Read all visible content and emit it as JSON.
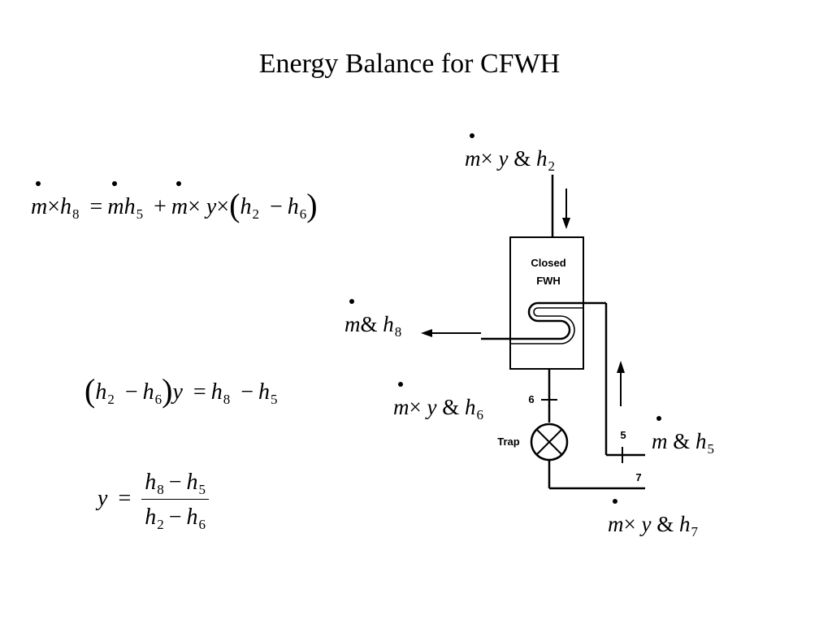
{
  "title": "Energy Balance for CFWH",
  "equations": {
    "energy_balance": {
      "m": "m",
      "times": "×",
      "h": "h",
      "y": "y",
      "eq": "=",
      "plus": "+",
      "minus": "−",
      "lparen": "(",
      "rparen": ")",
      "sub8": "8",
      "sub5": "5",
      "sub2": "2",
      "sub6": "6"
    },
    "rearranged": {
      "lparen": "(",
      "h": "h",
      "sub2": "2",
      "minus": "−",
      "sub6": "6",
      "rparen": ")",
      "y": "y",
      "eq": "=",
      "sub8": "8",
      "sub5": "5"
    },
    "solution": {
      "y": "y",
      "eq": "=",
      "h": "h",
      "minus": "−",
      "sub8": "8",
      "sub5": "5",
      "sub2": "2",
      "sub6": "6"
    }
  },
  "diagram": {
    "heater_label_line1": "Closed",
    "heater_label_line2": "FWH",
    "trap_label": "Trap",
    "state_6": "6",
    "state_5": "5",
    "state_7": "7",
    "stream_top": {
      "m": "m",
      "times": "×",
      "y": "y",
      "amp": "&",
      "h": "h",
      "sub": "2"
    },
    "stream_left": {
      "m": "m",
      "amp": "&",
      "h": "h",
      "sub": "8"
    },
    "stream_trap": {
      "m": "m",
      "times": "×",
      "y": "y",
      "amp": "&",
      "h": "h",
      "sub": "6"
    },
    "stream_right": {
      "m": "m",
      "amp": "&",
      "h": "h",
      "sub": "5"
    },
    "stream_bottom": {
      "m": "m",
      "times": "×",
      "y": "y",
      "amp": "&",
      "h": "h",
      "sub": "7"
    }
  }
}
